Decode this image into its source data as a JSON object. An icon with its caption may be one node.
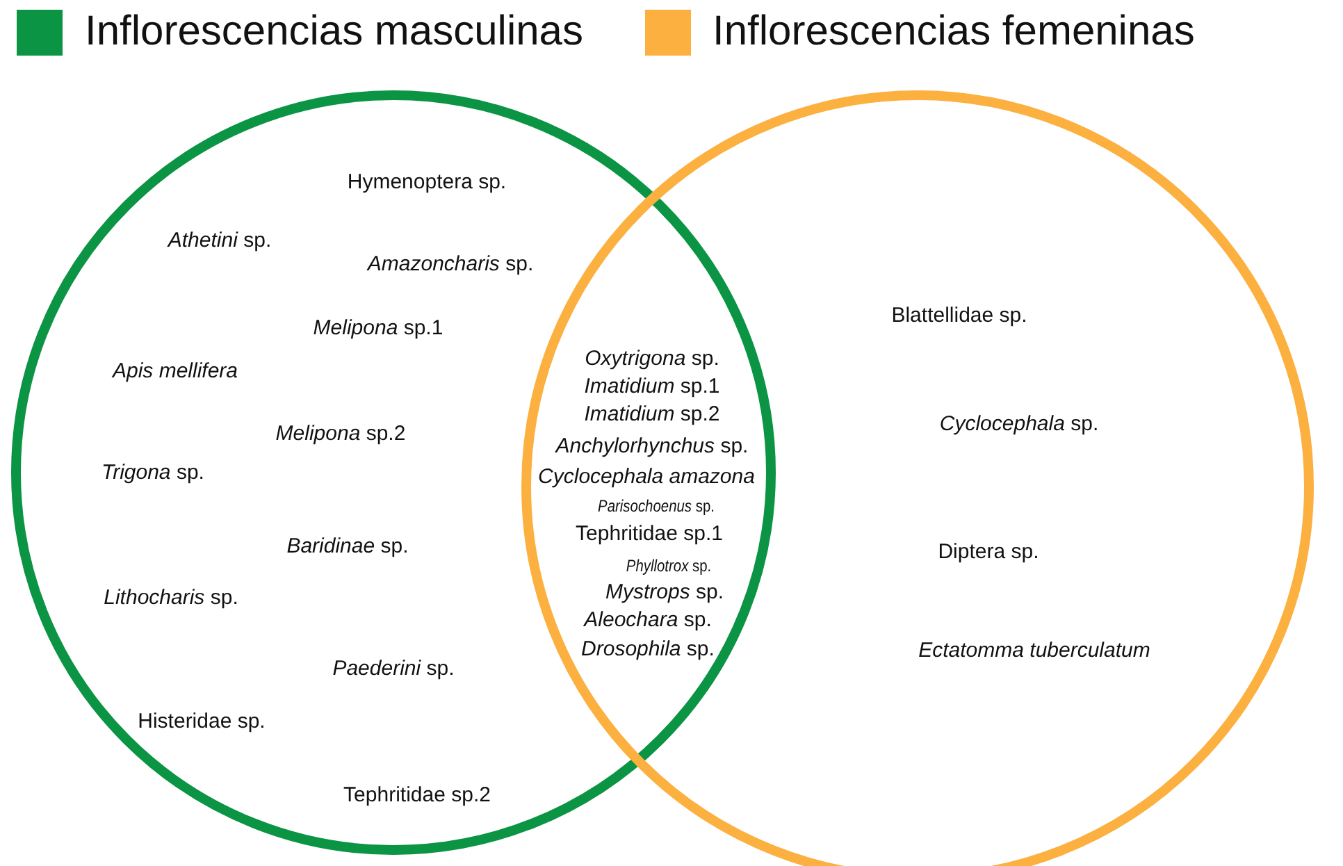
{
  "diagram": {
    "nodes": [
      {
        "text": [],
        "shape": "circle"
      },
      {
        "text": [],
        "shape": "circle"
      }
    ],
    "labels": [
      "Hymenoptera sp.",
      "*Athetini* sp.",
      "*Amazoncharis* sp.",
      "*Melipona* sp.1",
      "Apis mellifera",
      "*Melipona* sp.2",
      "*Trigona* sp.",
      "*Baridinae* sp.",
      "*Lithocharis* sp.",
      "*Paederini* sp.",
      "Histeridae sp.",
      "Tephritidae sp.2",
      "*Oxytrigona* sp.",
      "*Imatidium* sp.1",
      "*Imatidium* sp.2",
      "*Anchylorhynchus* sp.",
      "Cyclocephala amazona",
      "*Parisochoenus* sp.",
      "Tephritidae sp.1",
      "*Phyllotrox* sp.",
      "*Mystrops* sp.",
      "*Aleochara* sp.",
      "*Drosophila* sp.",
      "Blattellidae sp.",
      "*Cyclocephala* sp.",
      "Diptera sp.",
      "Ectatomma tuberculatum"
    ],
    "legend": [
      {
        "text": "Inflorescencias masculinas",
        "color": "#0b9444"
      },
      {
        "text": "Inflorescencias femeninas",
        "color": "#fbb040"
      }
    ]
  }
}
